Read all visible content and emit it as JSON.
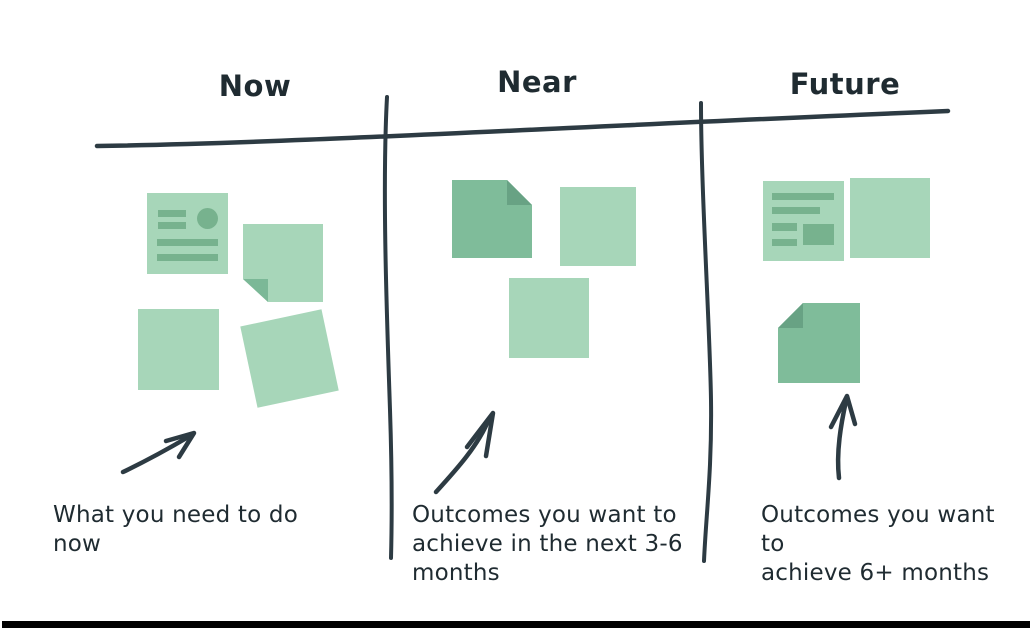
{
  "columns": [
    {
      "label": "Now",
      "caption": "What you need to do now"
    },
    {
      "label": "Near",
      "caption": "Outcomes you want to\nachieve in the next 3-6\nmonths"
    },
    {
      "label": "Future",
      "caption": "Outcomes you want to\nachieve 6+ months"
    }
  ],
  "colors": {
    "background": "#ffffff",
    "ink": "#2d3b43",
    "text": "#1f2b31",
    "note_light": "#a7d6b9",
    "note_medium": "#7fbc9a",
    "fold_on_light": "#7bb897",
    "fold_on_medium": "#68a284",
    "note_detail": "#77b28e",
    "bottom_bar": "#000000"
  }
}
